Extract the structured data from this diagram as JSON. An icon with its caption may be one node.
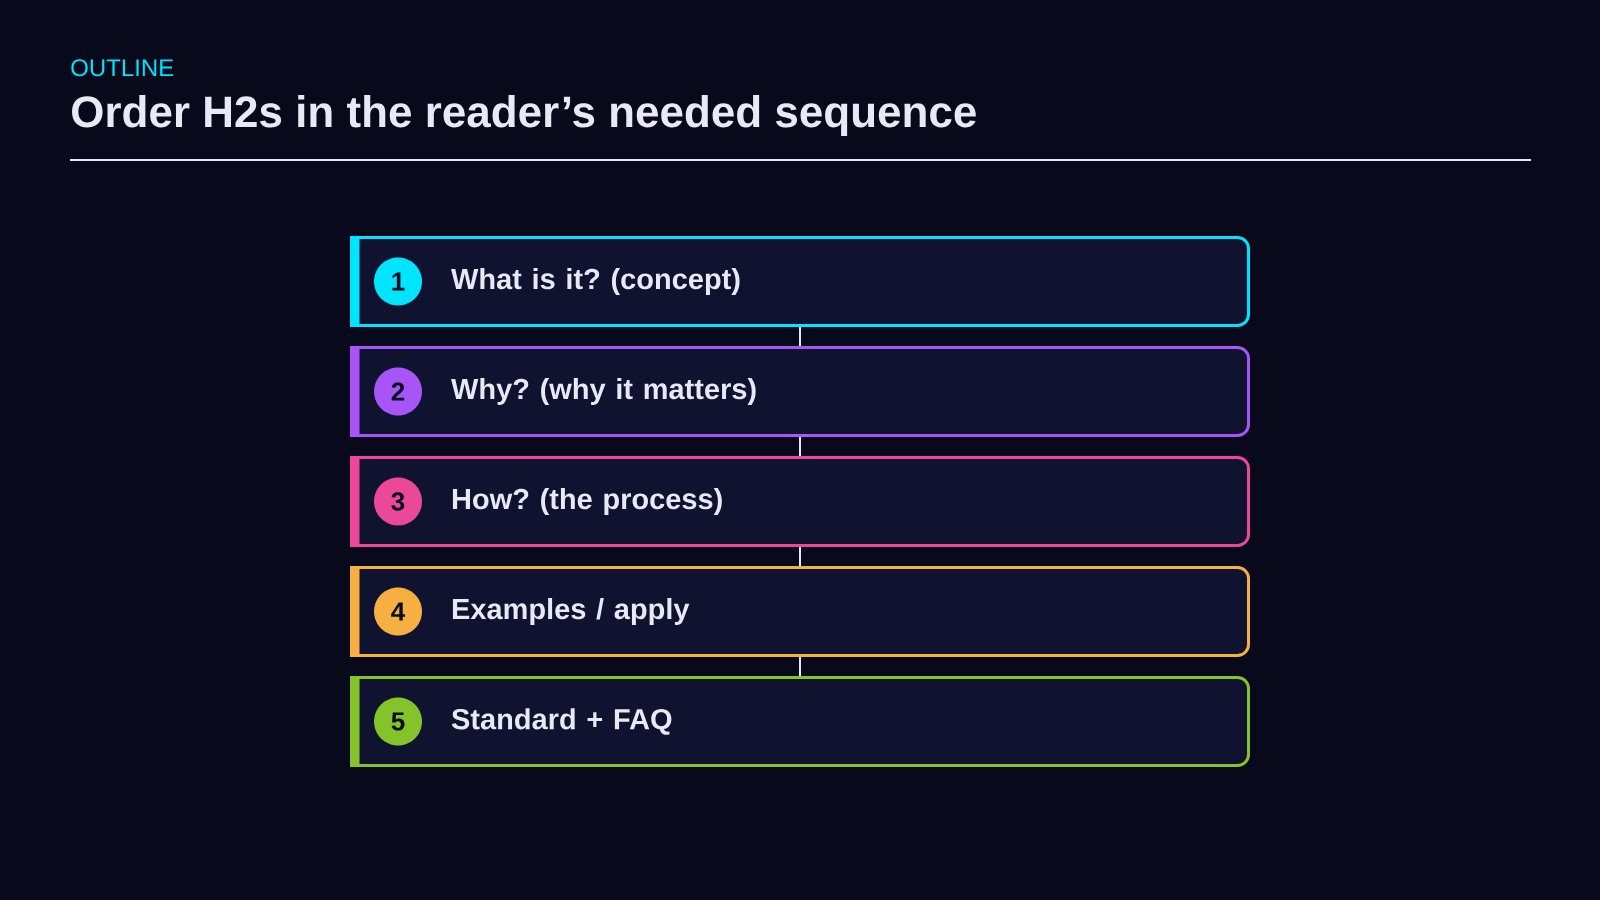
{
  "diagram": {
    "title": "Order H2s in the reader’s needed sequence",
    "nodes": [
      {
        "text": [
          "What is it? (concept)"
        ]
      },
      {
        "text": [
          "1"
        ],
        "in": 0
      },
      {
        "text": [
          "Why? (why it matters)"
        ]
      },
      {
        "text": [
          "2"
        ],
        "in": 2
      },
      {
        "text": [
          "How? (the process)"
        ]
      },
      {
        "text": [
          "3"
        ],
        "in": 4
      },
      {
        "text": [
          "Examples / apply"
        ]
      },
      {
        "text": [
          "4"
        ],
        "in": 6
      },
      {
        "text": [
          "Standard + FAQ"
        ]
      },
      {
        "text": [
          "5"
        ],
        "in": 8
      }
    ],
    "edges": [
      {
        "from": 0,
        "to": 2,
        "arrow": "none"
      },
      {
        "from": 2,
        "to": 4,
        "arrow": "none"
      },
      {
        "from": 4,
        "to": 6,
        "arrow": "none"
      },
      {
        "from": 6,
        "to": 8,
        "arrow": "none"
      }
    ],
    "labels": [
      "OUTLINE"
    ]
  }
}
